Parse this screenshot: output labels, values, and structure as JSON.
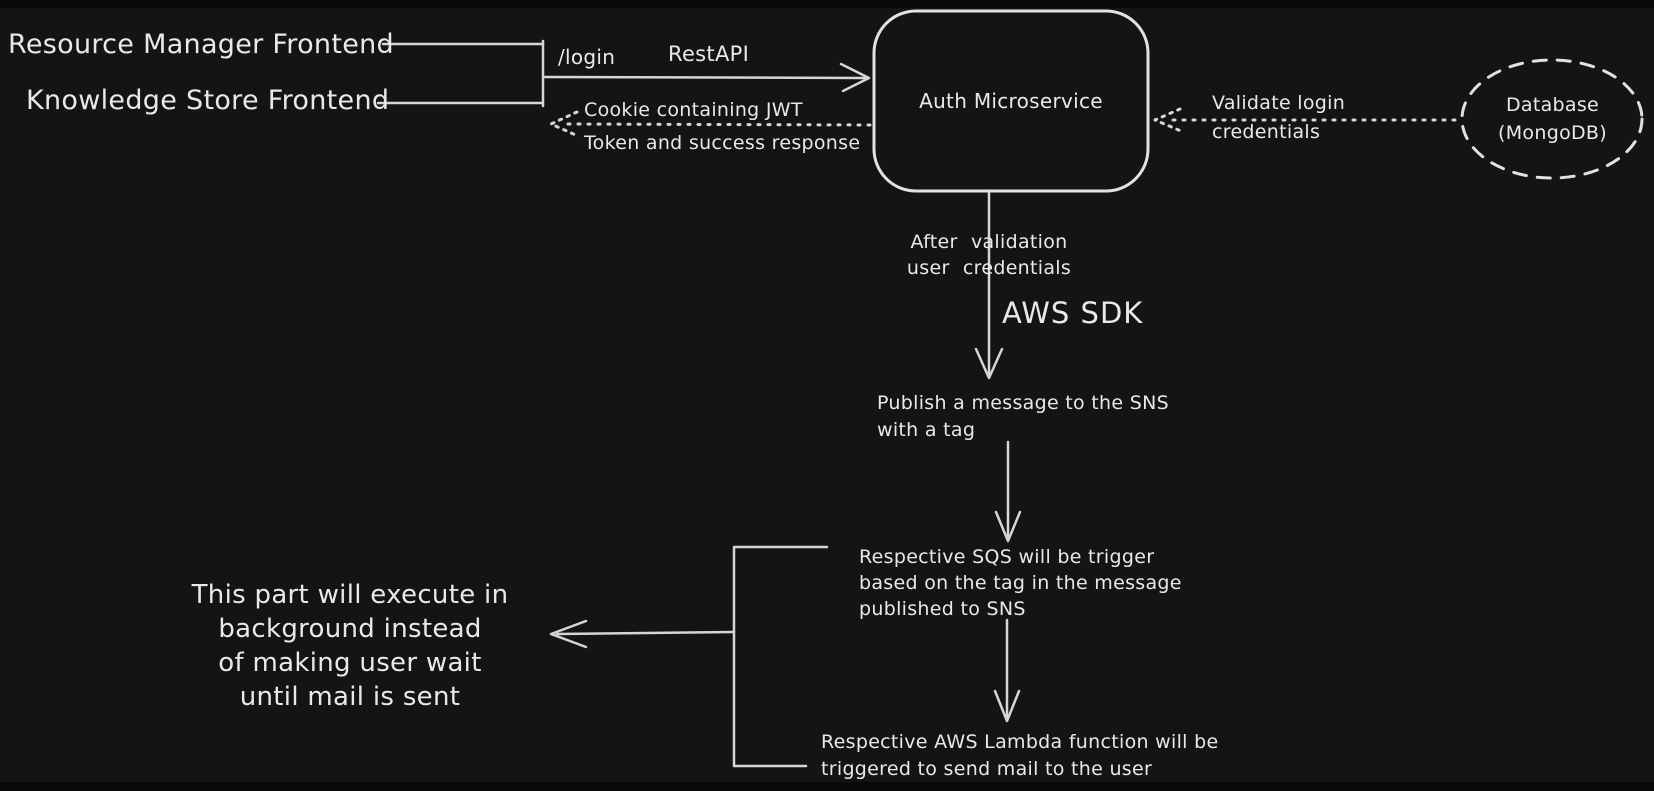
{
  "canvas": {
    "bg": "#141414",
    "stroke": "#d6d6d6",
    "text_color": "#e9e9e9"
  },
  "frontends": {
    "resource_manager": "Resource Manager Frontend",
    "knowledge_store": "Knowledge Store Frontend"
  },
  "auth_service": {
    "label": "Auth Microservice"
  },
  "database": {
    "line1": "Database",
    "line2": "(MongoDB)"
  },
  "login_edge": {
    "path": "/login",
    "protocol": "RestAPI"
  },
  "cookie_edge": {
    "line1": "Cookie containing JWT",
    "line2": "Token and success response"
  },
  "validate_edge": {
    "line1": "Validate login",
    "line2": "credentials"
  },
  "sns_edge": {
    "line1": "After validation",
    "line2": "user credentials",
    "sdk": "AWS SDK"
  },
  "publish_step": {
    "line1": "Publish a message to the SNS",
    "line2": "with a tag"
  },
  "sqs_step": {
    "line1": "Respective SQS will be trigger",
    "line2": "based on the tag in the message",
    "line3": "published to SNS"
  },
  "lambda_step": {
    "line1": "Respective AWS Lambda function will be",
    "line2": "triggered to send mail to the user"
  },
  "background_note": {
    "line1": "This part will execute in",
    "line2": "background instead",
    "line3": "of making user wait",
    "line4": "until mail is sent"
  }
}
